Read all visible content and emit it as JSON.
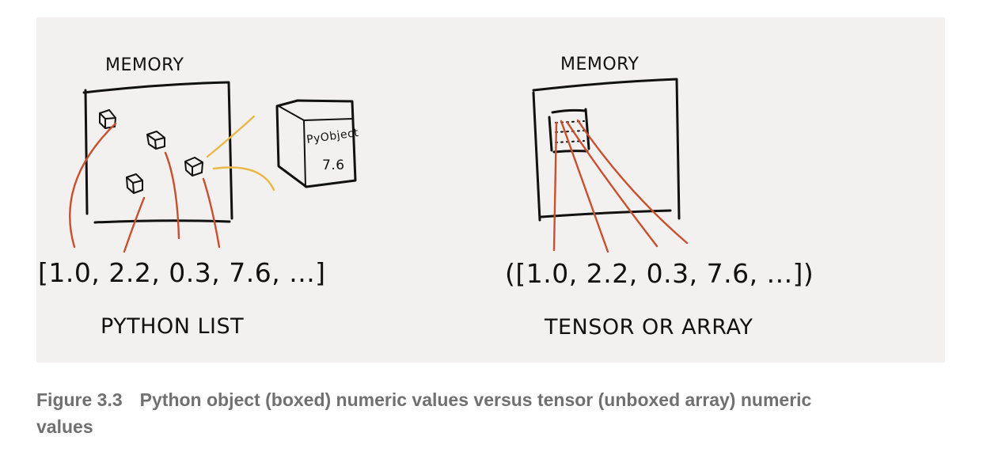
{
  "left_diagram": {
    "memory_label": "MEMORY",
    "object_label": "PyObject",
    "object_value": "7.6",
    "values_text": "[1.0, 2.2, 0.3, 7.6, ...]",
    "title": "PYTHON LIST"
  },
  "right_diagram": {
    "memory_label": "MEMORY",
    "values_text": "([1.0, 2.2, 0.3, 7.6, ...])",
    "title": "TENSOR OR ARRAY"
  },
  "caption": {
    "number": "Figure 3.3",
    "text": "Python object (boxed) numeric values versus tensor (unboxed array) numeric values"
  },
  "colors": {
    "panel": "#f2f1ef",
    "ink": "#111111",
    "pointer": "#c9502e",
    "highlight": "#e8b84a",
    "caption": "#707070"
  }
}
